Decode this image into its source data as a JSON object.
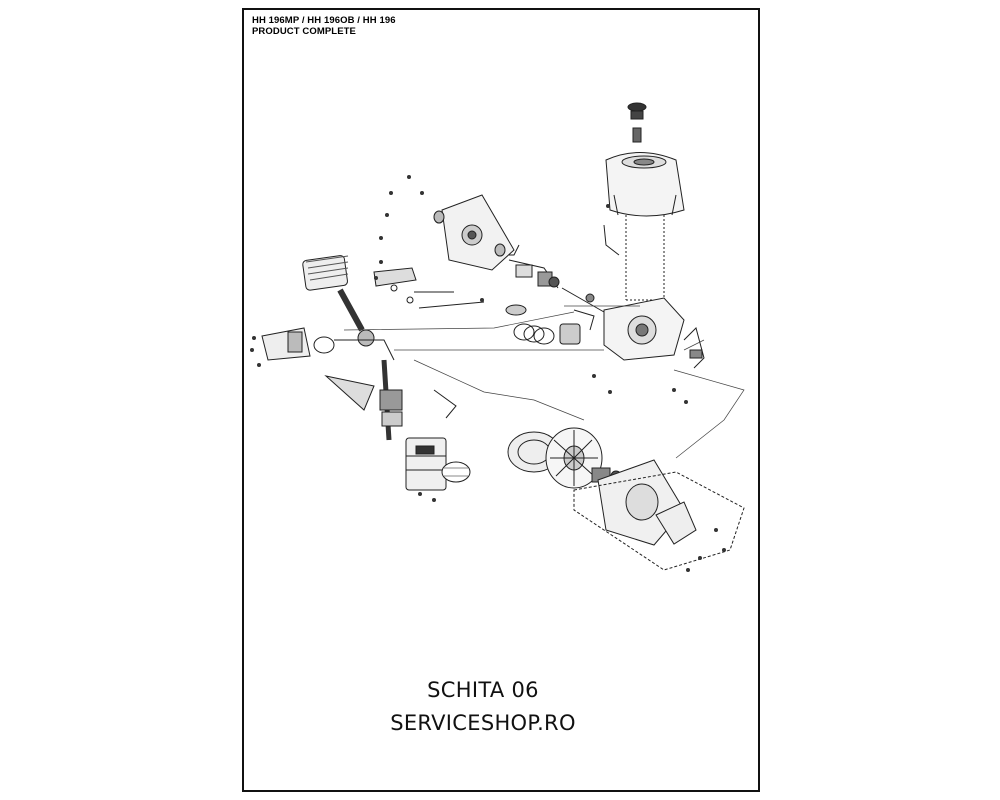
{
  "sheet": {
    "header_line1": "HH 196MP / HH 196OB / HH 196",
    "header_line2": "PRODUCT COMPLETE"
  },
  "caption": {
    "line1": "SCHITA 06",
    "line2": "SERVICESHOP.RO"
  }
}
